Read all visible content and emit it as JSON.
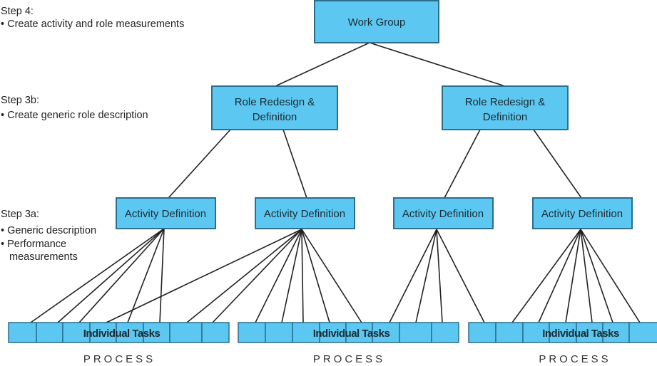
{
  "colors": {
    "box_fill": "#5cc8f1",
    "box_border": "#2b6e8e"
  },
  "steps": [
    {
      "title": "Step 4:",
      "bullets": [
        "• Create activity and role measurements"
      ]
    },
    {
      "title": "Step 3b:",
      "bullets": [
        "• Create generic role description"
      ]
    },
    {
      "title": "Step 3a:",
      "bullets": [
        "• Generic description",
        "• Performance",
        "measurements"
      ]
    }
  ],
  "work_group": "Work Group",
  "roles": [
    [
      "Role Redesign &",
      "Definition"
    ],
    [
      "Role Redesign &",
      "Definition"
    ]
  ],
  "activities": [
    "Activity Definition",
    "Activity Definition",
    "Activity Definition",
    "Activity Definition"
  ],
  "task_bars": [
    {
      "label": "Individual Tasks",
      "footer": "PROCESS"
    },
    {
      "label": "Individual Tasks",
      "footer": "PROCESS"
    },
    {
      "label": "Individual Tasks",
      "footer": "PROCESS"
    }
  ]
}
